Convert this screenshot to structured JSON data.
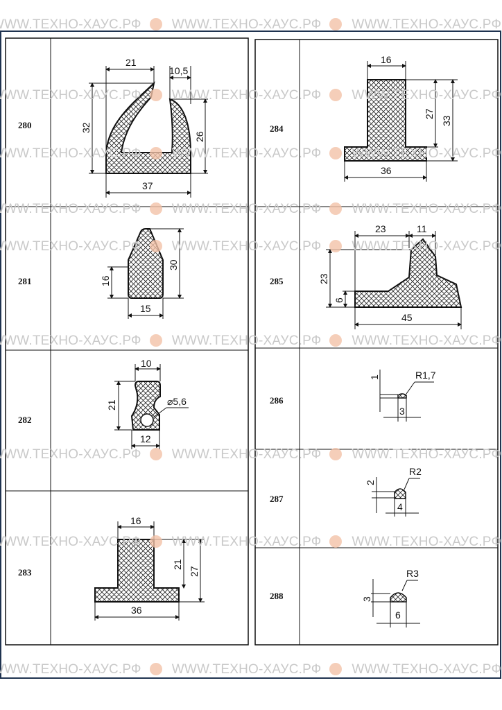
{
  "watermark": "WWW.ТЕХНО-ХАУС.РФ",
  "left_table": [
    {
      "id": "280",
      "dims": {
        "top_width": "21",
        "top_right": "10,5",
        "height_left": "32",
        "height_right": "26",
        "bottom_width": "37"
      }
    },
    {
      "id": "281",
      "dims": {
        "height": "30",
        "side_height": "16",
        "width": "15"
      }
    },
    {
      "id": "282",
      "dims": {
        "top_width": "10",
        "height": "21",
        "diameter": "⌀5,6",
        "bottom_width": "12"
      }
    },
    {
      "id": "283",
      "dims": {
        "stem_width": "16",
        "stem_height": "21",
        "height": "27",
        "width": "36"
      }
    }
  ],
  "right_table": [
    {
      "id": "284",
      "dims": {
        "stem_width": "16",
        "stem_height": "27",
        "height": "33",
        "width": "36"
      }
    },
    {
      "id": "285",
      "dims": {
        "top_width": "23",
        "top_right": "11",
        "height": "23",
        "base_height": "6",
        "width": "45"
      }
    },
    {
      "id": "286",
      "dims": {
        "height": "1",
        "radius": "R1,7",
        "width": "3"
      }
    },
    {
      "id": "287",
      "dims": {
        "height": "2",
        "radius": "R2",
        "width": "4"
      }
    },
    {
      "id": "288",
      "dims": {
        "height": "3",
        "radius": "R3",
        "width": "6"
      }
    }
  ],
  "colors": {
    "frame": "#1f3350",
    "watermark": "#c9c9c9",
    "logo": "#f3c2a8"
  }
}
